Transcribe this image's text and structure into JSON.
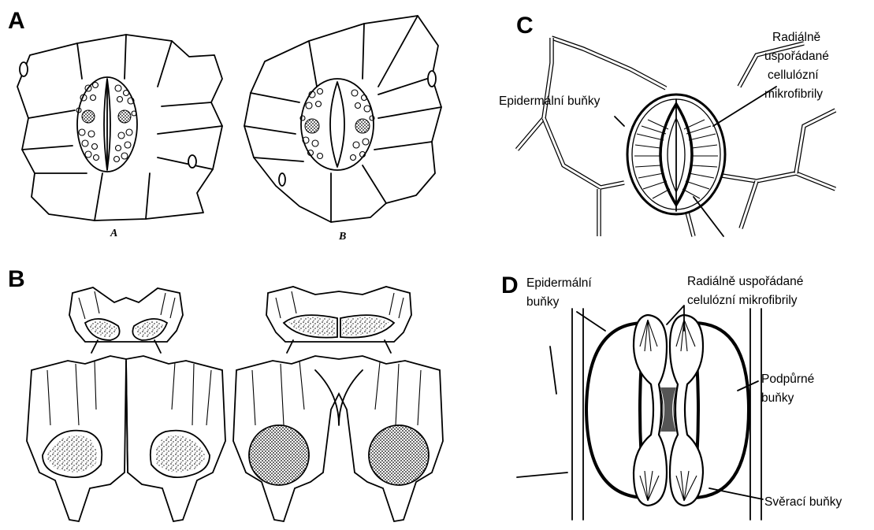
{
  "panels": {
    "A": {
      "letter": "A",
      "sub_labels": [
        "A",
        "B"
      ]
    },
    "B": {
      "letter": "B"
    },
    "C": {
      "letter": "C",
      "labels": {
        "epidermal": "Epidermální buňky",
        "microfibrils_line1": "Radiálně",
        "microfibrils_line2": "uspořádané",
        "microfibrils_line3": "cellulózní",
        "microfibrils_line4": "mikrofibrily"
      }
    },
    "D": {
      "letter": "D",
      "labels": {
        "epidermal_line1": "Epidermální",
        "epidermal_line2": "buňky",
        "microfibrils_line1": "Radiálně uspořádané",
        "microfibrils_line2": "celulózní mikrofibrily",
        "support_line1": "Podpůrné",
        "support_line2": "buňky",
        "guard": "Svěrací buňky"
      }
    }
  }
}
